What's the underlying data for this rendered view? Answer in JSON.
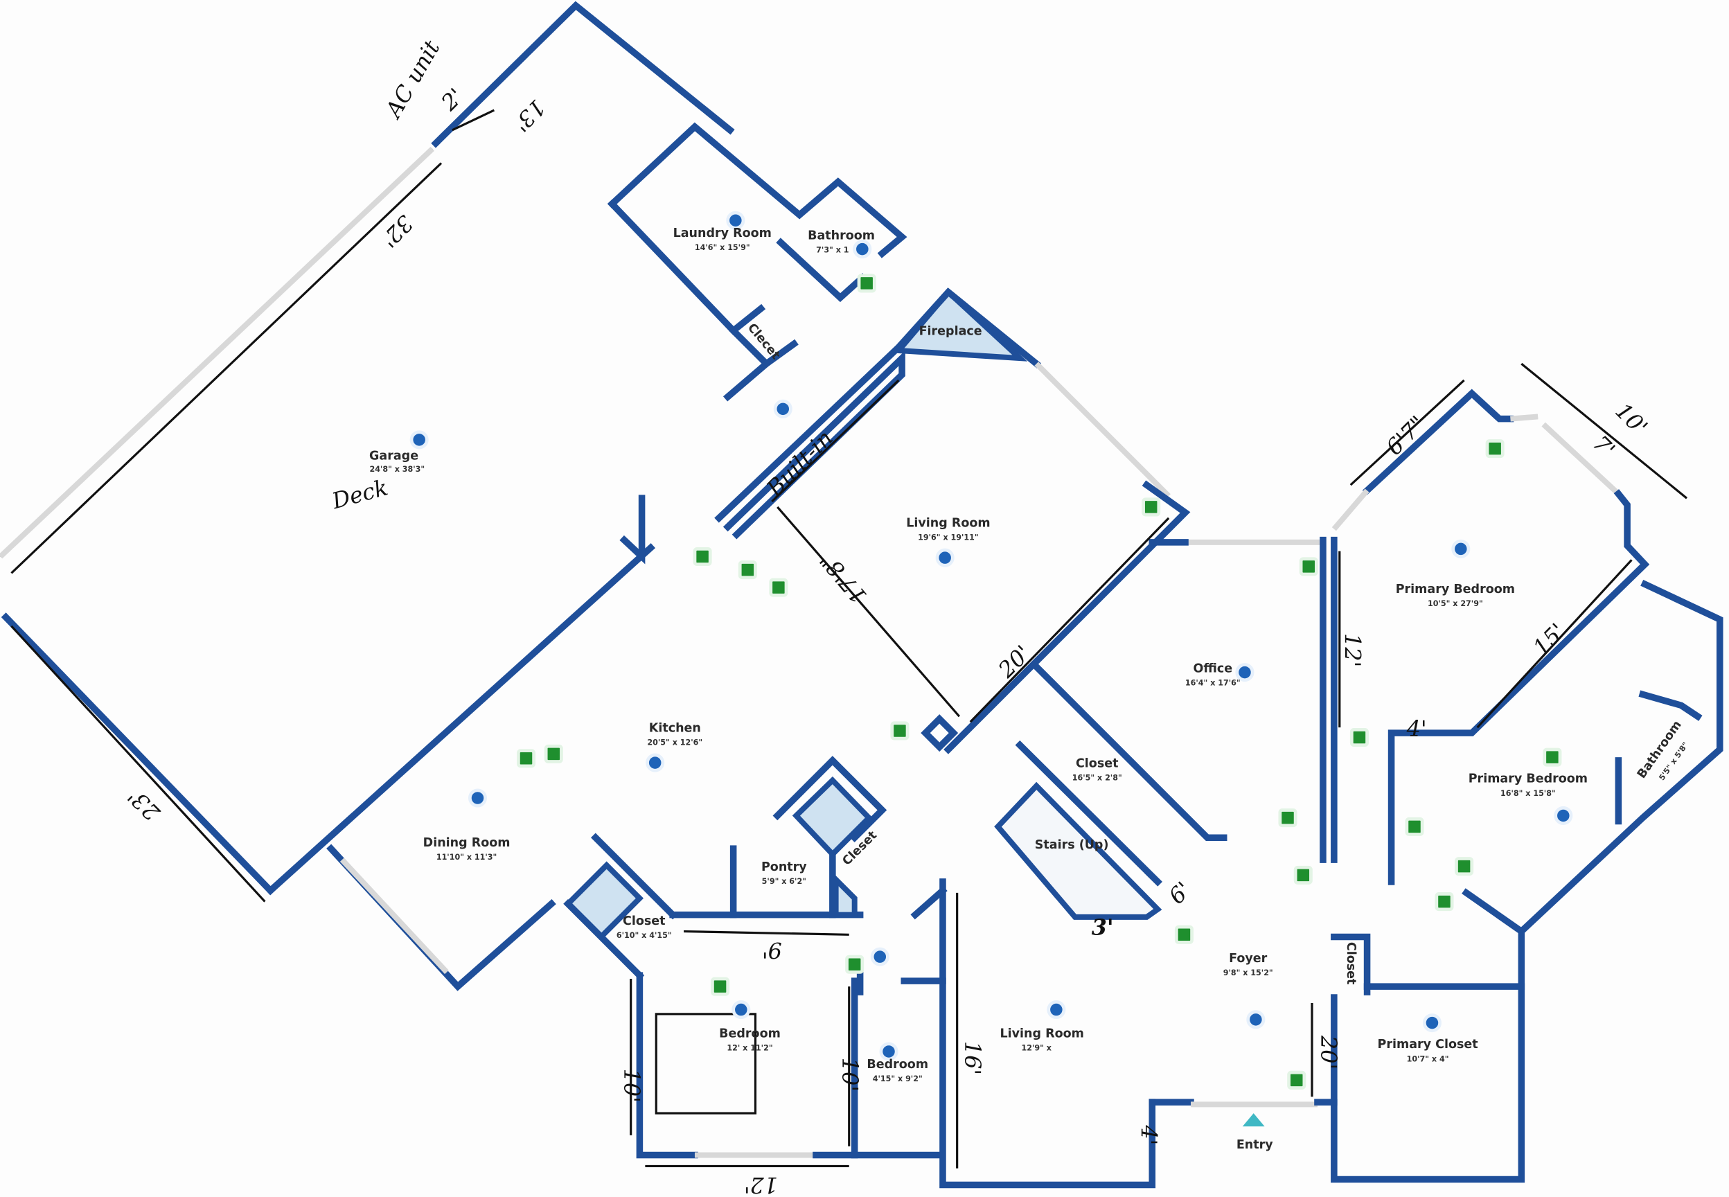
{
  "rooms": {
    "laundry": {
      "name": "Laundry Room",
      "dims": "14'6\" x 15'9\""
    },
    "bath1": {
      "name": "Bathroom",
      "dims": "7'3\" x 1"
    },
    "closet_laundry": {
      "name": "Clecet"
    },
    "fireplace": {
      "name": "Fireplace"
    },
    "garage": {
      "name": "Garage",
      "dims": "24'8\" x 38'3\""
    },
    "living1": {
      "name": "Living Room",
      "dims": "19'6\" x 19'11\""
    },
    "office": {
      "name": "Office",
      "dims": "16'4\" x 17'6\""
    },
    "primary_bed_top": {
      "name": "Primary Bedroom",
      "dims": "10'5\" x 27'9\""
    },
    "primary_bed_low": {
      "name": "Primary Bedroom",
      "dims": "16'8\" x 15'8\""
    },
    "bath2": {
      "name": "Bathroom",
      "dims": "5'5\" x 5'8\""
    },
    "kitchen": {
      "name": "Kitchen",
      "dims": "20'5\" x 12'6\""
    },
    "dining": {
      "name": "Dining Room",
      "dims": "11'10\" x 11'3\""
    },
    "pantry": {
      "name": "Pontry",
      "dims": "5'9\" x 6'2\""
    },
    "closet_pantry": {
      "name": "Cleset"
    },
    "closet_small": {
      "name": "Closet",
      "dims": "6'10\" x 4'15\""
    },
    "closet_stairs": {
      "name": "Closet",
      "dims": "16'5\" x 2'8\""
    },
    "stairs": {
      "name": "Stairs (Up)"
    },
    "foyer": {
      "name": "Foyer",
      "dims": "9'8\" x 15'2\""
    },
    "closet_foyer": {
      "name": "Closet"
    },
    "living2": {
      "name": "Living Room",
      "dims": "12'9\" x"
    },
    "bedroom1": {
      "name": "Bedroom",
      "dims": "12' x 11'2\""
    },
    "bedroom2": {
      "name": "Bedroom",
      "dims": "4'15\" x 9'2\""
    },
    "primary_closet": {
      "name": "Primary Closet",
      "dims": "10'7\" x 4\""
    },
    "entry": {
      "name": "Entry"
    }
  },
  "annotations": {
    "ac_unit": "AC unit",
    "ac_len": "2'",
    "garage_13": "13'",
    "garage_32": "32'",
    "garage_23": "23'",
    "builtin": "Built-in",
    "living_diag": "17'8\"",
    "living_20": "20'",
    "office_12": "12'",
    "bed_4": "4'",
    "bed_15": "15'",
    "bay_67": "6'7\"",
    "bay_10": "10'",
    "bay_7": "7'",
    "stairs_3": "3'",
    "stairs_6": "6'",
    "hall_9": "9'",
    "bed1_10a": "10'",
    "bed1_10b": "10'",
    "bed1_12": "12'",
    "living2_16": "16'",
    "living2_4": "4'",
    "foyer_20": "20'",
    "scribble": "Deck"
  },
  "colors": {
    "wall": "#1f4f9a",
    "light_marker": "#1e63b8",
    "device_marker": "#1f8f2e",
    "entry_marker": "#3fb8c4"
  }
}
